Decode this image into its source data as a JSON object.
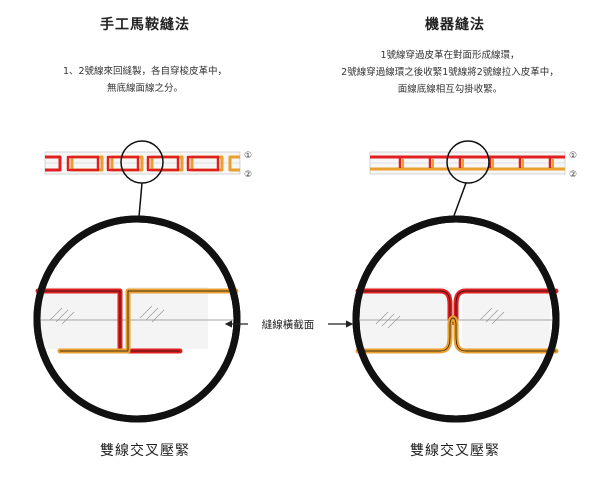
{
  "left": {
    "title": "手工馬鞍縫法",
    "desc_lines": [
      "1、2號線來回縫製，各自穿梭皮革中，",
      "無底線面線之分。"
    ],
    "caption": "雙線交叉壓緊"
  },
  "right": {
    "title": "機器縫法",
    "desc_lines": [
      "1號線穿過皮革在對面形成線環，",
      "2號線穿過線環之後收緊1號線將2號線拉入皮革中，",
      "面線底線相互勾掛收緊。"
    ],
    "caption": "雙線交叉壓緊"
  },
  "markers": [
    "①",
    "②"
  ],
  "middle_label": "縫線橫截面",
  "colors": {
    "thread1": "#e02020",
    "thread2": "#e8a030",
    "leather": "#f4f4f4",
    "outline": "#111111"
  }
}
